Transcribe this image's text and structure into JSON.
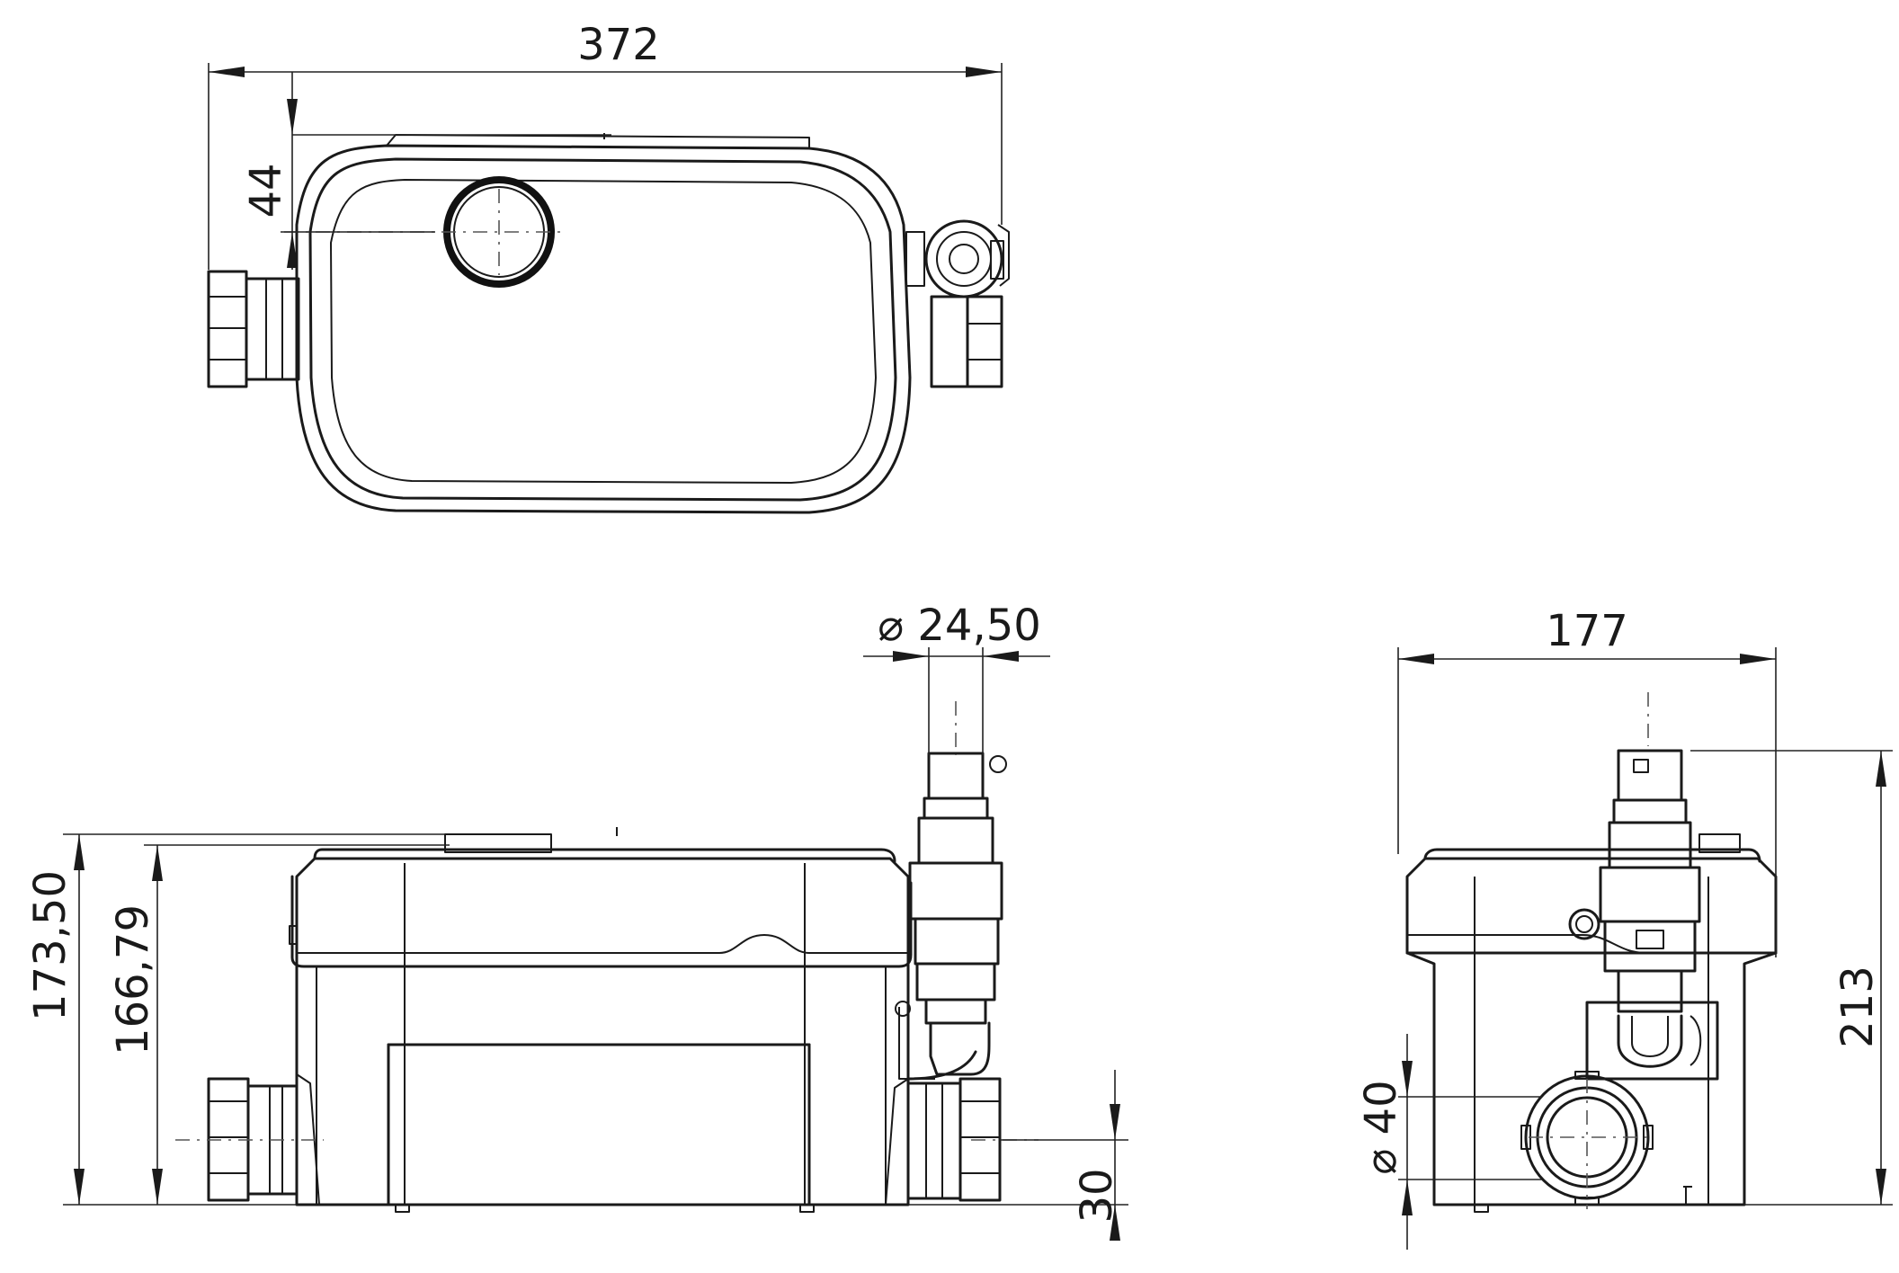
{
  "dimensions": {
    "top_width": "372",
    "top_inlet_offset": "44",
    "outlet_diameter": "⌀ 24,50",
    "overall_height": "173,50",
    "lid_height": "166,79",
    "inlet_height": "30",
    "side_width": "177",
    "side_height": "213",
    "inlet_diameter": "⌀ 40"
  }
}
